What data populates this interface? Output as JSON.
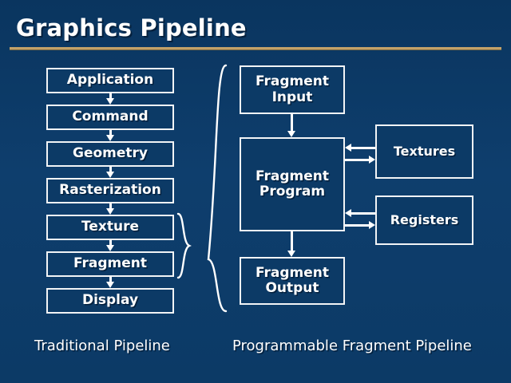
{
  "slide": {
    "title": "Graphics Pipeline",
    "background_color": "#0c3a66",
    "rule_color": "#c3a269",
    "box_border_color": "#f2f4f6",
    "text_color": "#ffffff"
  },
  "traditional_pipeline": {
    "caption": "Traditional Pipeline",
    "stages": [
      {
        "label": "Application"
      },
      {
        "label": "Command"
      },
      {
        "label": "Geometry"
      },
      {
        "label": "Rasterization"
      },
      {
        "label": "Texture"
      },
      {
        "label": "Fragment"
      },
      {
        "label": "Display"
      }
    ]
  },
  "programmable_pipeline": {
    "caption": "Programmable Fragment Pipeline",
    "fragment_input": "Fragment\nInput",
    "fragment_input_line1": "Fragment",
    "fragment_input_line2": "Input",
    "fragment_program_line1": "Fragment",
    "fragment_program_line2": "Program",
    "fragment_output_line1": "Fragment",
    "fragment_output_line2": "Output",
    "textures": "Textures",
    "registers": "Registers"
  }
}
